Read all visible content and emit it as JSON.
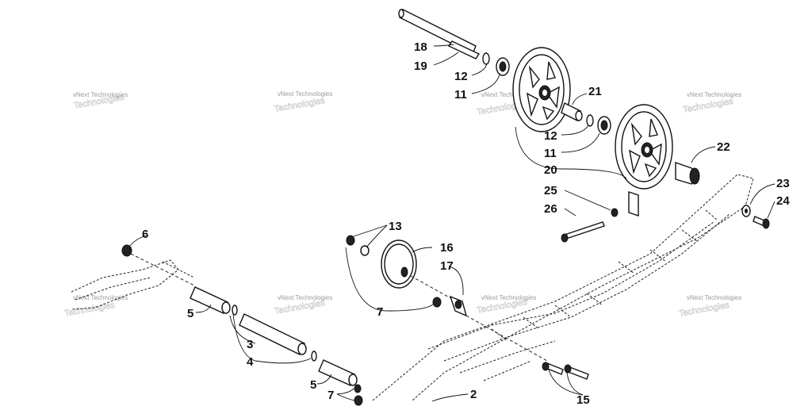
{
  "diagram": {
    "watermark_text": "vNext Technologies",
    "callouts": {
      "c2": "2",
      "c3": "3",
      "c4": "4",
      "c5a": "5",
      "c5b": "5",
      "c6": "6",
      "c7a": "7",
      "c7b": "7",
      "c11a": "11",
      "c11b": "11",
      "c12a": "12",
      "c12b": "12",
      "c13": "13",
      "c15": "15",
      "c16": "16",
      "c17": "17",
      "c18": "18",
      "c19": "19",
      "c20": "20",
      "c21": "21",
      "c22": "22",
      "c23": "23",
      "c24": "24",
      "c25": "25",
      "c26": "26"
    }
  }
}
